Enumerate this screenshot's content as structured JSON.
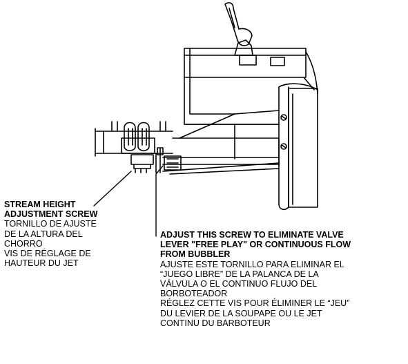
{
  "callouts": {
    "stream_height": {
      "title_lines": [
        "STREAM HEIGHT",
        "ADJUSTMENT SCREW"
      ],
      "spanish_lines": [
        "TORNILLO DE AJUSTE",
        "DE LA ALTURA DEL",
        "CHORRO"
      ],
      "french_lines": [
        "VIS DE RÉGLAGE DE",
        "HAUTEUR DU JET"
      ]
    },
    "valve_screw": {
      "title_lines": [
        "ADJUST THIS SCREW TO ELIMINATE VALVE",
        "LEVER \"FREE PLAY\" OR CONTINUOUS FLOW",
        "FROM BUBBLER"
      ],
      "spanish_lines": [
        "AJUSTE ESTE TORNILLO PARA ELIMINAR EL",
        "“JUEGO LIBRE” DE LA PALANCA DE LA",
        "VÁLVULA O EL CONTINUO FLUJO DEL",
        "BORBOTEADOR"
      ],
      "french_lines": [
        "RÉGLEZ CETTE VIS POUR ÉLIMINER LE “JEU”",
        "DU LEVIER DE LA SOUPAPE OU LE JET",
        "CONTINU DU BARBOTEUR"
      ]
    }
  },
  "colors": {
    "ink": "#000000",
    "paper": "#ffffff"
  }
}
